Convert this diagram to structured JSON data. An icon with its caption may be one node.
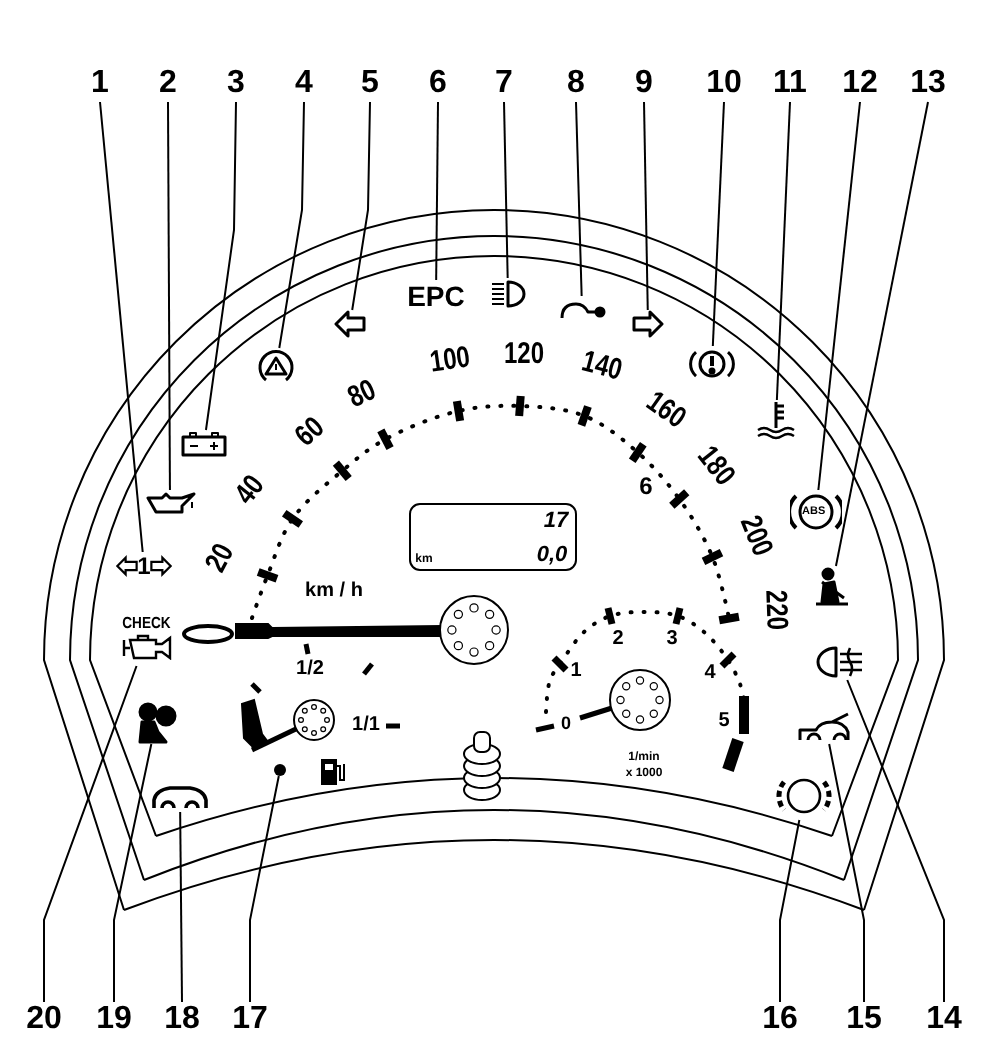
{
  "diagram": {
    "nodes": [
      {
        "text": [
          "1"
        ]
      },
      {
        "text": [
          "2"
        ]
      },
      {
        "text": [
          "3"
        ]
      },
      {
        "text": [
          "4"
        ]
      },
      {
        "text": [
          "5"
        ]
      },
      {
        "text": [
          "6"
        ]
      },
      {
        "text": [
          "7"
        ]
      },
      {
        "text": [
          "8"
        ]
      },
      {
        "text": [
          "9"
        ]
      },
      {
        "text": [
          "10"
        ]
      },
      {
        "text": [
          "11"
        ]
      },
      {
        "text": [
          "12"
        ]
      },
      {
        "text": [
          "13"
        ]
      },
      {
        "text": [
          "14"
        ]
      },
      {
        "text": [
          "15"
        ]
      },
      {
        "text": [
          "16"
        ]
      },
      {
        "text": [
          "17"
        ]
      },
      {
        "text": [
          "18"
        ]
      },
      {
        "text": [
          "19"
        ]
      },
      {
        "text": [
          "20"
        ]
      },
      {
        "text": [
          "1"
        ]
      },
      {
        "text": [],
        "shape": "picture"
      },
      {
        "text": [],
        "shape": "box"
      },
      {
        "text": [],
        "shape": "picture"
      },
      {
        "text": [],
        "shape": "picture"
      },
      {
        "text": [
          "EPC"
        ]
      },
      {
        "text": [],
        "shape": "picture"
      },
      {
        "text": [],
        "shape": "picture"
      },
      {
        "text": [],
        "shape": "picture"
      },
      {
        "text": [],
        "shape": "picture"
      },
      {
        "text": [],
        "shape": "picture"
      },
      {
        "text": [
          "ABS"
        ]
      },
      {
        "text": [],
        "shape": "picture"
      },
      {
        "text": [],
        "shape": "picture"
      },
      {
        "text": [],
        "shape": "picture"
      },
      {
        "text": [],
        "shape": "circle"
      },
      {
        "text": [],
        "shape": "circle"
      },
      {
        "text": [],
        "shape": "picture"
      },
      {
        "text": [],
        "shape": "picture"
      },
      {
        "text": [
          "CHECK"
        ]
      }
    ],
    "edges": [
      {
        "from": 0,
        "to": 20,
        "arrow": "none"
      },
      {
        "from": 1,
        "to": 21,
        "arrow": "none"
      },
      {
        "from": 2,
        "to": 22,
        "arrow": "none"
      },
      {
        "from": 3,
        "to": 23,
        "arrow": "none"
      },
      {
        "from": 4,
        "to": 24,
        "arrow": "none"
      },
      {
        "from": 5,
        "to": 25,
        "arrow": "none"
      },
      {
        "from": 6,
        "to": 26,
        "arrow": "none"
      },
      {
        "from": 7,
        "to": 27,
        "arrow": "none"
      },
      {
        "from": 8,
        "to": 28,
        "arrow": "none"
      },
      {
        "from": 9,
        "to": 29,
        "arrow": "none"
      },
      {
        "from": 10,
        "to": 30,
        "arrow": "none"
      },
      {
        "from": 11,
        "to": 31,
        "arrow": "none"
      },
      {
        "from": 12,
        "to": 32,
        "arrow": "none"
      },
      {
        "from": 13,
        "to": 33,
        "arrow": "none"
      },
      {
        "from": 14,
        "to": 34,
        "arrow": "none"
      },
      {
        "from": 15,
        "to": 35,
        "arrow": "none"
      },
      {
        "from": 16,
        "to": 36,
        "arrow": "none"
      },
      {
        "from": 17,
        "to": 37,
        "arrow": "none"
      },
      {
        "from": 18,
        "to": 38,
        "arrow": "none"
      },
      {
        "from": 19,
        "to": 39,
        "arrow": "none"
      }
    ],
    "labels": [
      "20",
      "40",
      "60",
      "80",
      "100",
      "120",
      "140",
      "160",
      "180",
      "200",
      "220",
      "km / h",
      "17",
      "0,0",
      "km",
      "1/2",
      "1/1",
      "0",
      "1",
      "2",
      "3",
      "4",
      "5",
      "6",
      "1/min",
      "x 1000"
    ]
  }
}
